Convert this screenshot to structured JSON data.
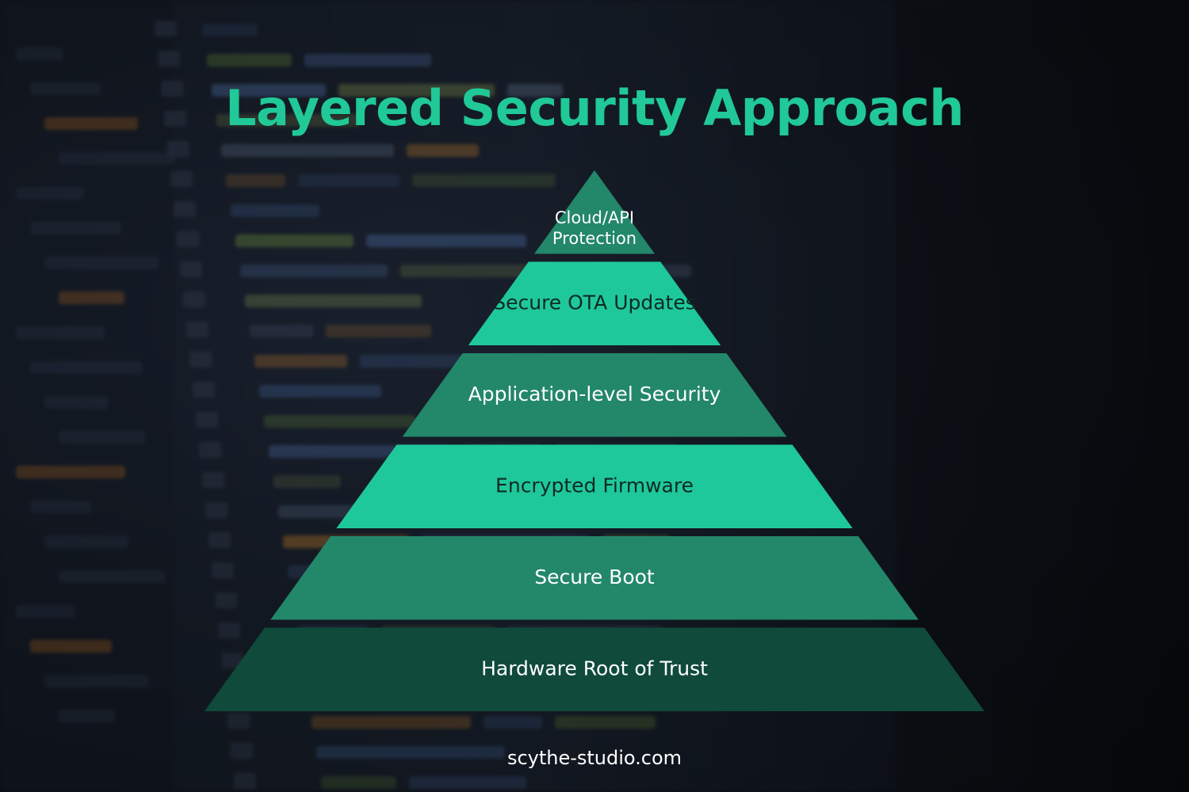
{
  "title": "Layered Security Approach",
  "footer": "scythe-studio.com",
  "colors": {
    "title": "#20c997",
    "layer_dark": "#23876a",
    "layer_light": "#1fc89b",
    "layer_base": "#0f4a3a",
    "text_light": "#ffffff",
    "text_dark": "#0d2b22"
  },
  "layers": [
    {
      "label_lines": [
        "Cloud/API",
        "Protection"
      ],
      "tone": "dark"
    },
    {
      "label_lines": [
        "Secure OTA Updates"
      ],
      "tone": "light"
    },
    {
      "label_lines": [
        "Application-level Security"
      ],
      "tone": "dark"
    },
    {
      "label_lines": [
        "Encrypted Firmware"
      ],
      "tone": "light"
    },
    {
      "label_lines": [
        "Secure Boot"
      ],
      "tone": "dark"
    },
    {
      "label_lines": [
        "Hardware Root of Trust"
      ],
      "tone": "base"
    }
  ]
}
